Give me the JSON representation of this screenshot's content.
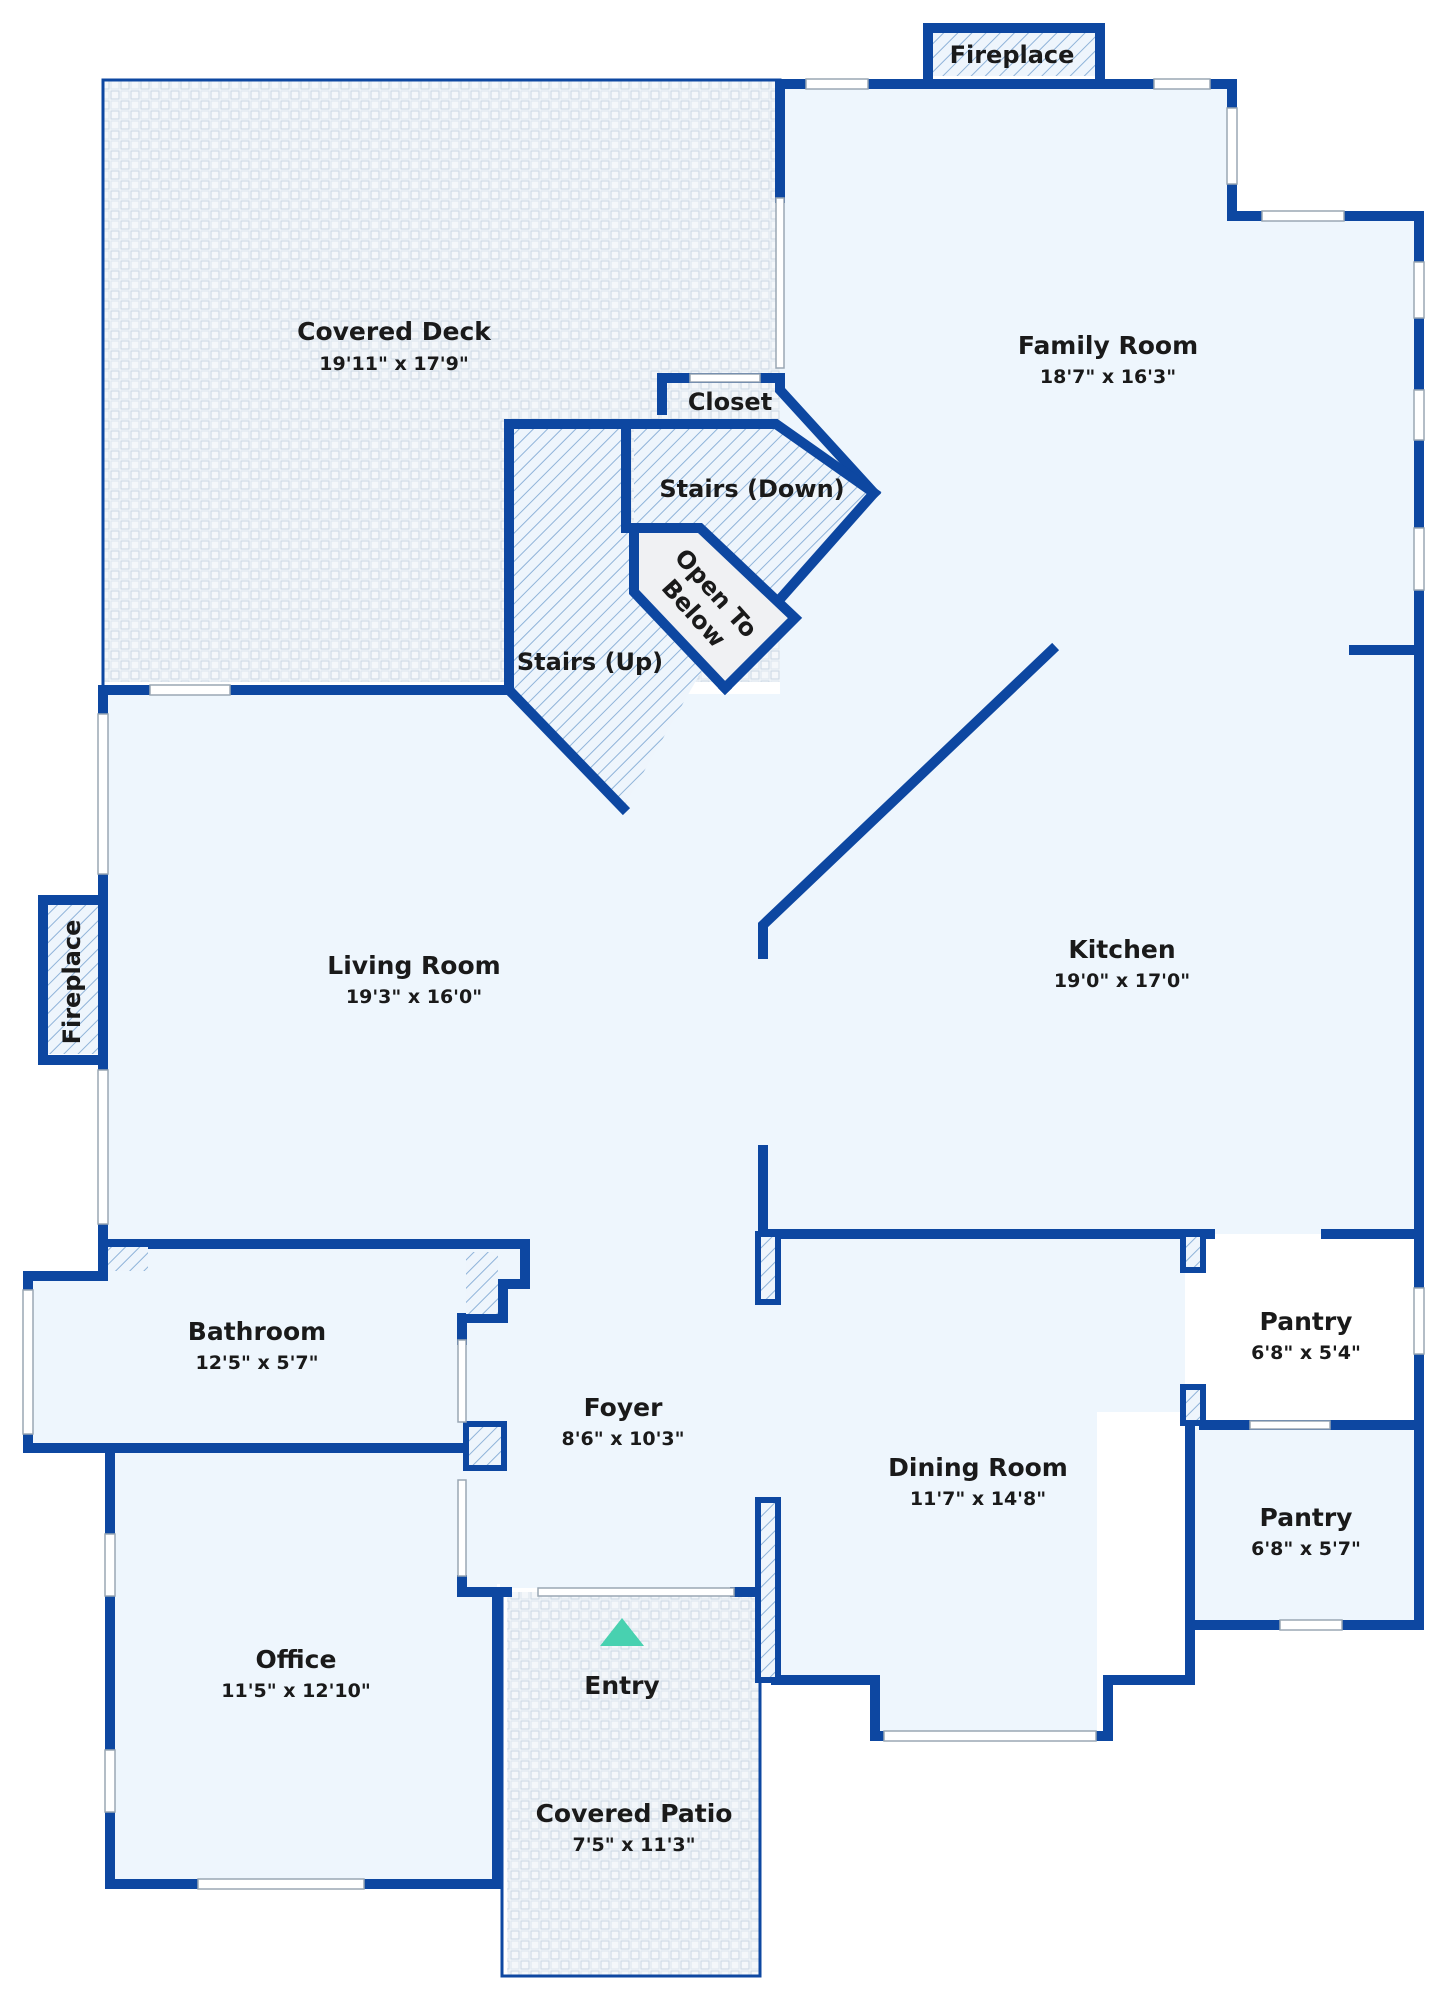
{
  "colors": {
    "wall": "#0d47a1",
    "floor": "#eef6fd",
    "window": "#ffffff",
    "stairs_hatch": "#8fb3d9",
    "open_below": "#f0f1f3",
    "entry_marker": "#48d1b0"
  },
  "rooms": [
    {
      "id": "covered-deck",
      "name": "Covered Deck",
      "dims": "19'11\" x 17'9\""
    },
    {
      "id": "family-room",
      "name": "Family Room",
      "dims": "18'7\" x 16'3\""
    },
    {
      "id": "living-room",
      "name": "Living Room",
      "dims": "19'3\" x 16'0\""
    },
    {
      "id": "kitchen",
      "name": "Kitchen",
      "dims": "19'0\" x 17'0\""
    },
    {
      "id": "bathroom",
      "name": "Bathroom",
      "dims": "12'5\" x 5'7\""
    },
    {
      "id": "foyer",
      "name": "Foyer",
      "dims": "8'6\" x 10'3\""
    },
    {
      "id": "pantry-1",
      "name": "Pantry",
      "dims": "6'8\" x 5'4\""
    },
    {
      "id": "pantry-2",
      "name": "Pantry",
      "dims": "6'8\" x 5'7\""
    },
    {
      "id": "dining-room",
      "name": "Dining Room",
      "dims": "11'7\" x 14'8\""
    },
    {
      "id": "office",
      "name": "Office",
      "dims": "11'5\" x 12'10\""
    },
    {
      "id": "covered-patio",
      "name": "Covered Patio",
      "dims": "7'5\" x 11'3\""
    }
  ],
  "labels": {
    "fireplace_top": "Fireplace",
    "fireplace_left": "Fireplace",
    "closet": "Closet",
    "stairs_down": "Stairs (Down)",
    "stairs_up": "Stairs (Up)",
    "open_to_line1": "Open To",
    "open_to_line2": "Below",
    "entry": "Entry"
  }
}
